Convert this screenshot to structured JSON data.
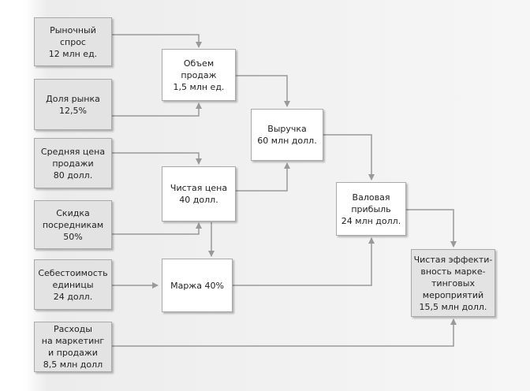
{
  "boxes": {
    "market_demand": "Рыночный\nспрос\n12 млн ед.",
    "market_share": "Доля рынка\n12,5%",
    "avg_price": "Средняя цена\nпродажи\n80 долл.",
    "dealer_discount": "Скидка\nпосредникам\n50%",
    "unit_cost": "Себестоимость\nединицы\n24 долл.",
    "marketing_expenses": "Расходы\nна маркетинг\nи продажи\n8,5 млн долл",
    "sales_volume": "Объем\nпродаж\n1,5 млн ед.",
    "net_price": "Чистая цена\n40 долл.",
    "margin": "Маржа 40%",
    "revenue": "Выручка\n60 млн долл.",
    "gross_profit": "Валовая\nприбыль\n24 млн долл.",
    "net_marketing_contribution": "Чистая эффекти-\nвность марке-\nтинговых\nмероприятий\n15,5 млн долл."
  },
  "colors": {
    "input_fill": "#e3e3e3",
    "calc_fill": "#ffffff",
    "arrow": "#999999"
  }
}
